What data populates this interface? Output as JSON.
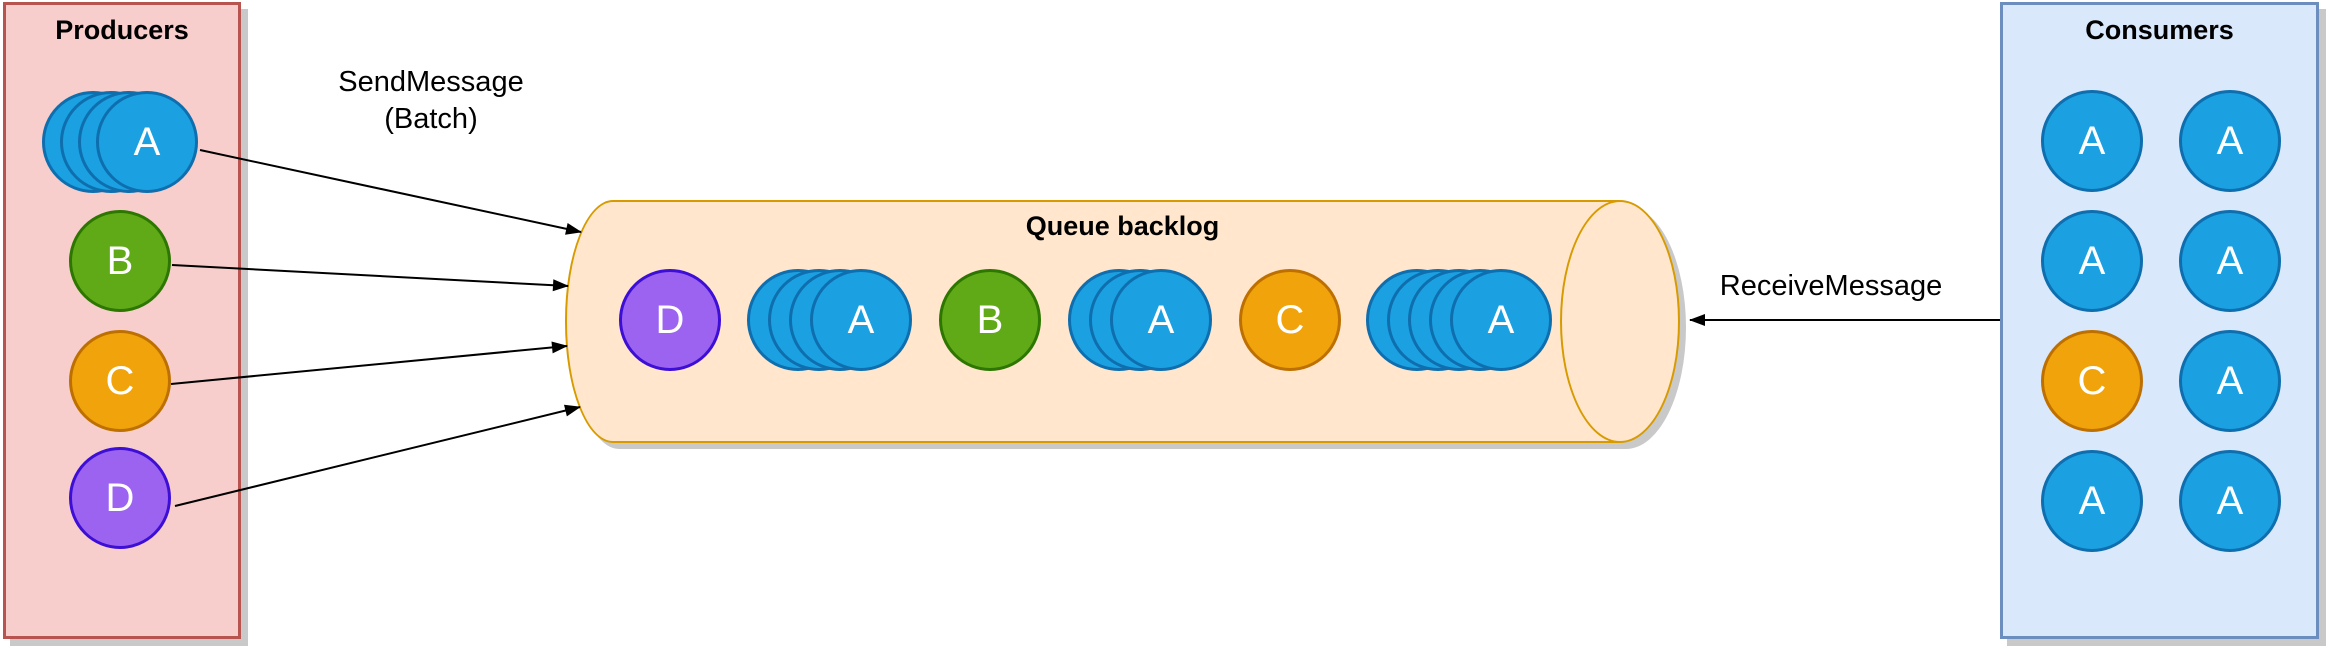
{
  "producers": {
    "title": "Producers",
    "items": [
      {
        "label": "A",
        "color": "message_blue",
        "stack": 4
      },
      {
        "label": "B",
        "color": "message_green",
        "stack": 1
      },
      {
        "label": "C",
        "color": "message_orange",
        "stack": 1
      },
      {
        "label": "D",
        "color": "message_purple",
        "stack": 1
      }
    ]
  },
  "queue": {
    "title": "Queue backlog",
    "items": [
      {
        "label": "D",
        "color": "message_purple",
        "stack": 1
      },
      {
        "label": "A",
        "color": "message_blue",
        "stack": 4
      },
      {
        "label": "B",
        "color": "message_green",
        "stack": 1
      },
      {
        "label": "A",
        "color": "message_blue",
        "stack": 3
      },
      {
        "label": "C",
        "color": "message_orange",
        "stack": 1
      },
      {
        "label": "A",
        "color": "message_blue",
        "stack": 5
      }
    ]
  },
  "consumers": {
    "title": "Consumers",
    "grid": [
      [
        {
          "label": "A",
          "color": "message_blue"
        },
        {
          "label": "A",
          "color": "message_blue"
        }
      ],
      [
        {
          "label": "A",
          "color": "message_blue"
        },
        {
          "label": "A",
          "color": "message_blue"
        }
      ],
      [
        {
          "label": "C",
          "color": "message_orange"
        },
        {
          "label": "A",
          "color": "message_blue"
        }
      ],
      [
        {
          "label": "A",
          "color": "message_blue"
        },
        {
          "label": "A",
          "color": "message_blue"
        }
      ]
    ]
  },
  "labels": {
    "send_line1": "SendMessage",
    "send_line2": "(Batch)",
    "receive": "ReceiveMessage"
  },
  "colors": {
    "panel_producers": {
      "fill": "#F8CECC",
      "stroke": "#B85450"
    },
    "panel_consumers": {
      "fill": "#DAE8FC",
      "stroke": "#6C8EBF"
    },
    "queue": {
      "fill": "#FFE6CC",
      "stroke": "#D79B00"
    },
    "message_blue": {
      "fill": "#1BA1E2",
      "stroke": "#0E6EAE"
    },
    "message_green": {
      "fill": "#60A917",
      "stroke": "#2D7600"
    },
    "message_orange": {
      "fill": "#F0A30A",
      "stroke": "#BD7000"
    },
    "message_purple": {
      "fill": "#9B63F0",
      "stroke": "#3D0ED6"
    },
    "arrow": "#000000",
    "shadow": "#C9C9C9",
    "letter": "#FFFFFF"
  }
}
